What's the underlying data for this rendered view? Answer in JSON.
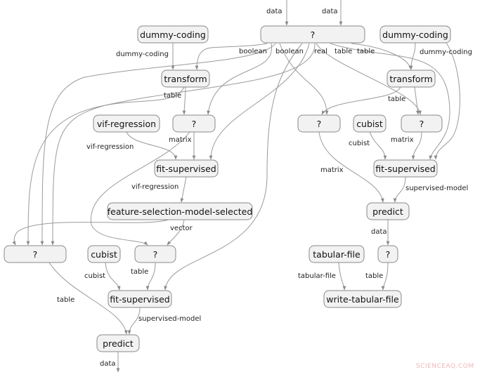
{
  "nodes": [
    {
      "id": "q_top",
      "label": "?"
    },
    {
      "id": "dc_left",
      "label": "dummy-coding"
    },
    {
      "id": "dc_right",
      "label": "dummy-coding"
    },
    {
      "id": "tr_left",
      "label": "transform"
    },
    {
      "id": "tr_right",
      "label": "transform"
    },
    {
      "id": "vif_reg",
      "label": "vif-regression"
    },
    {
      "id": "q_mid_left",
      "label": "?"
    },
    {
      "id": "q_mid_right1",
      "label": "?"
    },
    {
      "id": "cubist_r",
      "label": "cubist"
    },
    {
      "id": "q_mid_right2",
      "label": "?"
    },
    {
      "id": "fs_left",
      "label": "fit-supervised"
    },
    {
      "id": "fs_right",
      "label": "fit-supervised"
    },
    {
      "id": "fsms",
      "label": "feature-selection-model-selected"
    },
    {
      "id": "predict_r",
      "label": "predict"
    },
    {
      "id": "q_low_left",
      "label": "?"
    },
    {
      "id": "cubist_l",
      "label": "cubist"
    },
    {
      "id": "q_low_mid",
      "label": "?"
    },
    {
      "id": "tab_file",
      "label": "tabular-file"
    },
    {
      "id": "q_low_right",
      "label": "?"
    },
    {
      "id": "fs_bottom",
      "label": "fit-supervised"
    },
    {
      "id": "write_tab",
      "label": "write-tabular-file"
    },
    {
      "id": "predict_l",
      "label": "predict"
    }
  ],
  "edge_labels": [
    {
      "id": "data_in1",
      "text": "data"
    },
    {
      "id": "data_in2",
      "text": "data"
    },
    {
      "id": "boolean1",
      "text": "boolean"
    },
    {
      "id": "boolean2",
      "text": "boolean"
    },
    {
      "id": "real",
      "text": "real"
    },
    {
      "id": "table1",
      "text": "table"
    },
    {
      "id": "table2",
      "text": "table"
    },
    {
      "id": "dc_left_out",
      "text": "dummy-coding"
    },
    {
      "id": "dc_right_out",
      "text": "dummy-coding"
    },
    {
      "id": "tr_left_out",
      "text": "table"
    },
    {
      "id": "tr_right_out",
      "text": "table"
    },
    {
      "id": "vif_out",
      "text": "vif-regression"
    },
    {
      "id": "matrix_left",
      "text": "matrix"
    },
    {
      "id": "matrix_right1",
      "text": "matrix"
    },
    {
      "id": "cubist_r_out",
      "text": "cubist"
    },
    {
      "id": "matrix_right2",
      "text": "matrix"
    },
    {
      "id": "fs_left_out",
      "text": "vif-regression"
    },
    {
      "id": "fs_right_out",
      "text": "supervised-model"
    },
    {
      "id": "fsms_out",
      "text": "vector"
    },
    {
      "id": "predict_r_out",
      "text": "data"
    },
    {
      "id": "q_low_left_out",
      "text": "table"
    },
    {
      "id": "cubist_l_out",
      "text": "cubist"
    },
    {
      "id": "q_low_mid_out",
      "text": "table"
    },
    {
      "id": "tab_file_out",
      "text": "tabular-file"
    },
    {
      "id": "q_low_right_out",
      "text": "table"
    },
    {
      "id": "fs_bottom_out",
      "text": "supervised-model"
    },
    {
      "id": "predict_l_out",
      "text": "data"
    }
  ],
  "watermark": "SCIENCEAQ.COM"
}
